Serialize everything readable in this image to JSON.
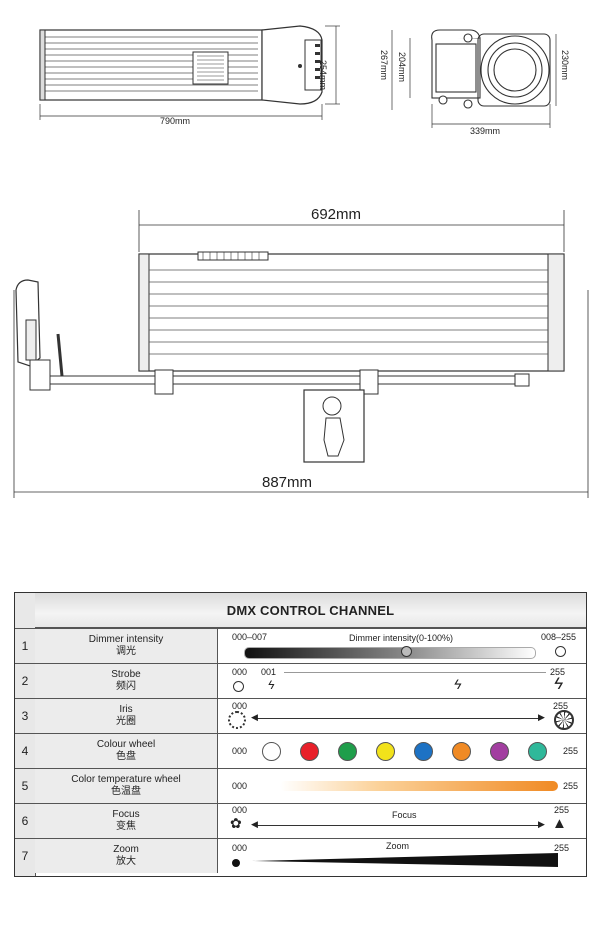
{
  "dimensions": {
    "top_length": "790mm",
    "top_height": "254mm",
    "front_height_outer": "267mm",
    "front_height_inner": "204mm",
    "front_height_right": "230mm",
    "front_width": "339mm",
    "side_body_length": "692mm",
    "side_total_length": "887mm"
  },
  "table": {
    "title": "DMX CONTROL CHANNEL",
    "rows": [
      {
        "num": "1",
        "name_en": "Dimmer intensity",
        "name_cn": "调光",
        "low": "000–007",
        "mid": "Dimmer intensity(0-100%)",
        "high": "008–255"
      },
      {
        "num": "2",
        "name_en": "Strobe",
        "name_cn": "频闪",
        "low": "000",
        "low2": "001",
        "high": "255"
      },
      {
        "num": "3",
        "name_en": "Iris",
        "name_cn": "光圈",
        "low": "000",
        "high": "255"
      },
      {
        "num": "4",
        "name_en": "Colour wheel",
        "name_cn": "色盘",
        "low": "000",
        "high": "255",
        "colors": [
          "#ffffff",
          "#e8202a",
          "#1f9e4b",
          "#f2e21b",
          "#1d72c4",
          "#f08a24",
          "#a23ea0",
          "#2fb89a"
        ]
      },
      {
        "num": "5",
        "name_en": "Color temperature wheel",
        "name_cn": "色温盘",
        "low": "000",
        "high": "255"
      },
      {
        "num": "6",
        "name_en": "Focus",
        "name_cn": "变焦",
        "low": "000",
        "mid": "Focus",
        "high": "255"
      },
      {
        "num": "7",
        "name_en": "Zoom",
        "name_cn": "放大",
        "low": "000",
        "mid": "Zoom",
        "high": "255"
      }
    ]
  }
}
